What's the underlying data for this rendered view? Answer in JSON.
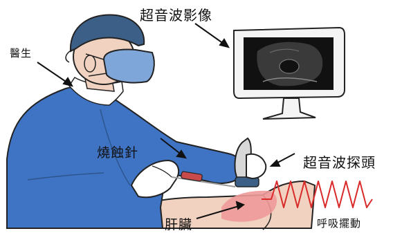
{
  "labels": {
    "doctor": "醫生",
    "ultrasound_image": "超音波影像",
    "ablation_needle": "燒蝕針",
    "ultrasound_probe": "超音波探頭",
    "liver": "肝臟",
    "respiratory_motion": "呼吸擺動"
  },
  "colors": {
    "gown": "#3f73c4",
    "cap": "#3c5f88",
    "mask": "#7ea6d9",
    "skin": "#f1d2c0",
    "monitor": "#f4f4f4",
    "screen": "#111111",
    "liver": "#ee9a9a",
    "wave": "#d82a2a"
  }
}
